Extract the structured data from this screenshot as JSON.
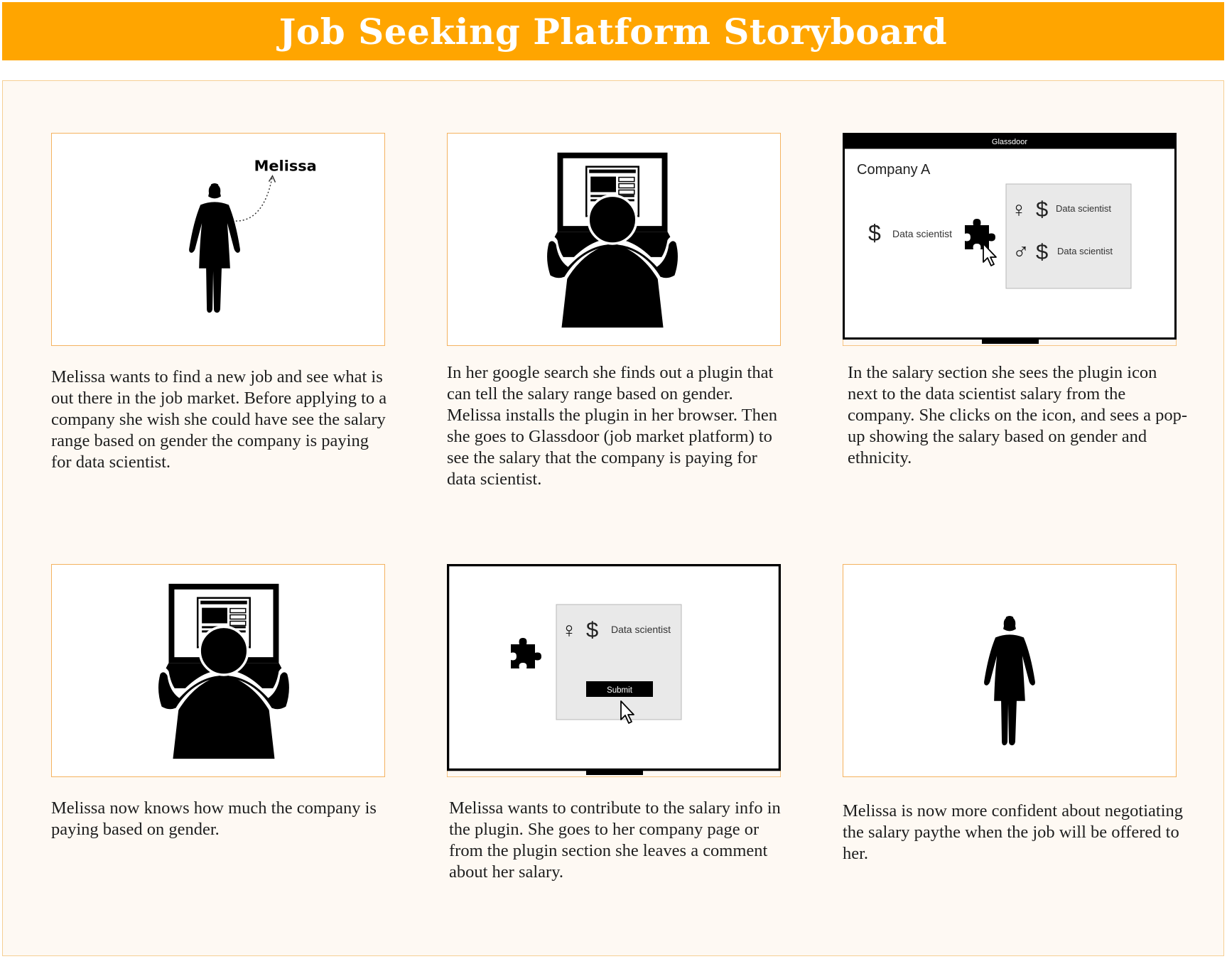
{
  "title": "Job Seeking Platform Storyboard",
  "colors": {
    "accent": "#ffa500",
    "board_bg": "#fef9f3",
    "panel_border": "#f4b25f",
    "popup_bg": "#e9e9e9"
  },
  "panels": [
    {
      "caption": "Melissa wants to find a new job and see what is out there in the job market. Before applying to a company she wish she could have see the salary range based on gender the company is paying for data scientist.",
      "name_label": "Melissa",
      "icons": [
        "woman-figure-icon",
        "dotted-arrow-icon"
      ]
    },
    {
      "caption": "In her google search she finds out a plugin that can tell the salary range based on gender. Melissa installs the plugin in her browser. Then she goes to Glassdoor (job market platform) to see the salary that the company is paying for data scientist.",
      "icons": [
        "person-at-computer-icon"
      ]
    },
    {
      "caption": "In the salary section she sees the plugin icon next to the data scientist salary from the company. She clicks on the icon, and sees a pop-up showing the salary based on gender and ethnicity.",
      "screen": {
        "bar_title": "Glassdoor",
        "company": "Company A",
        "dollar": "$",
        "salary_label": "Data scientist",
        "popup_rows": [
          {
            "gender_icon": "female-symbol-icon",
            "glyph": "♀",
            "dollar": "$",
            "label": "Data scientist"
          },
          {
            "gender_icon": "male-symbol-icon",
            "glyph": "♂",
            "dollar": "$",
            "label": "Data scientist"
          }
        ]
      }
    },
    {
      "caption": "Melissa now knows how much the company is paying based on gender.",
      "icons": [
        "person-at-computer-icon"
      ]
    },
    {
      "caption": "Melissa wants to contribute to the salary info in the plugin. She goes to her company page or from the plugin section she leaves a comment about her salary.",
      "screen": {
        "glyph": "♀",
        "dollar": "$",
        "label": "Data scientist",
        "submit_label": "Submit"
      }
    },
    {
      "caption": "Melissa is now more confident about negotiating the salary paythe when the job will be offered to her.",
      "icons": [
        "woman-figure-icon"
      ]
    }
  ]
}
